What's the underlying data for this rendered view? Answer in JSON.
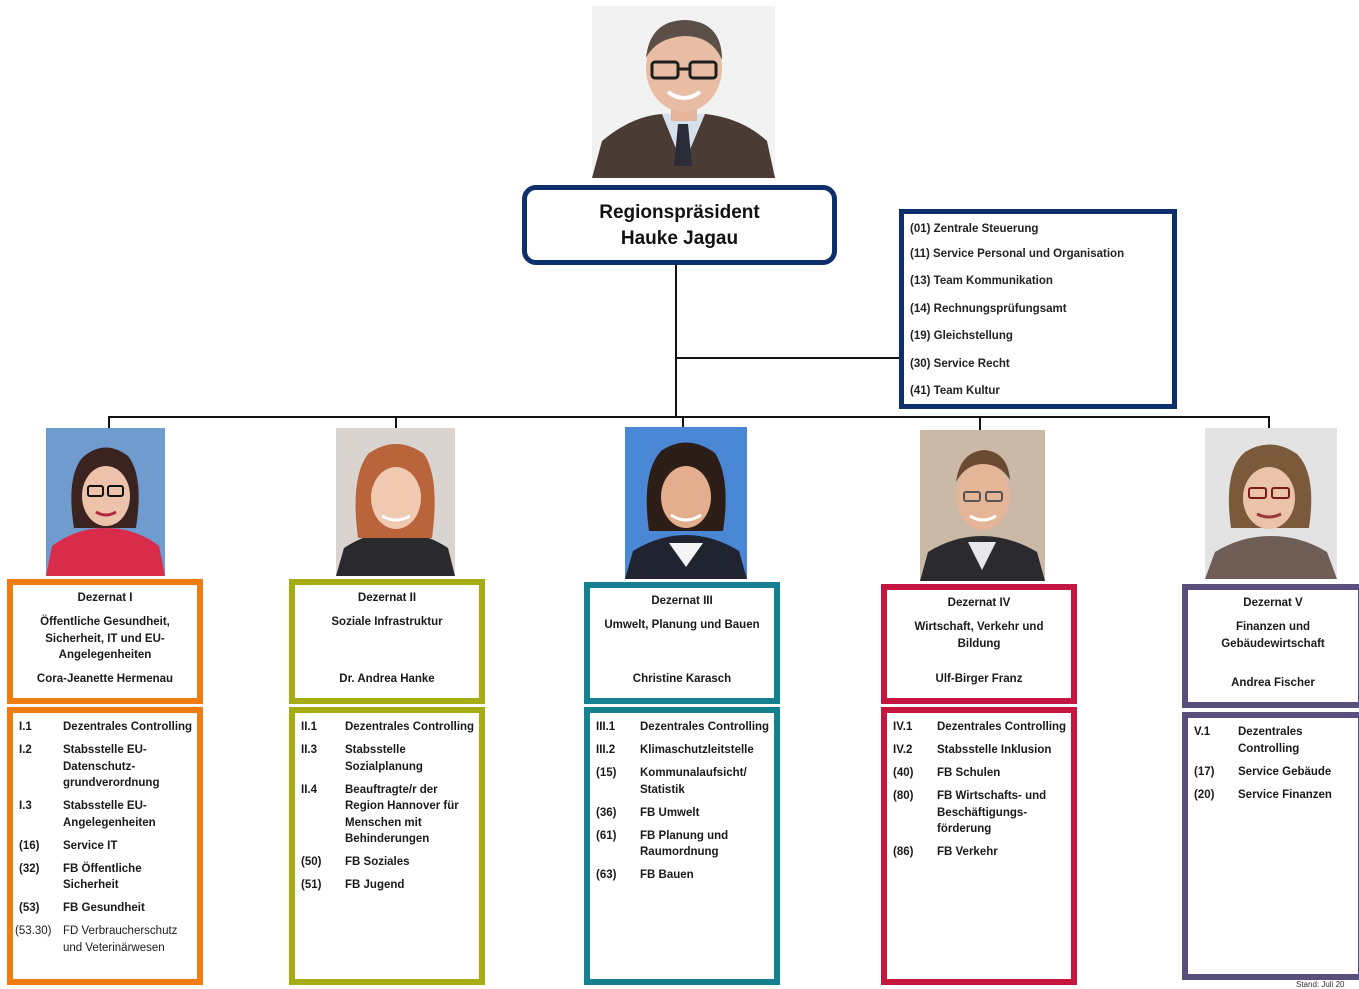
{
  "head": {
    "title": "Regionspräsident",
    "name": "Hauke Jagau"
  },
  "staff_units": [
    "(01) Zentrale Steuerung",
    "(11) Service Personal und Organisation",
    "(13) Team Kommunikation",
    "(14) Rechnungsprüfungsamt",
    "(19) Gleichstellung",
    "(30) Service Recht",
    "(41) Team Kultur"
  ],
  "departments": [
    {
      "title": "Dezernat I",
      "area": "Öffentliche Gesundheit, Sicherheit, IT und EU-Angelegenheiten",
      "person": "Cora-Jeanette Hermenau",
      "color": "#f07b0f",
      "units": [
        {
          "code": "I.1",
          "name": "Dezentrales Controlling"
        },
        {
          "code": "I.2",
          "name": "Stabsstelle EU-Datenschutz-grundverordnung"
        },
        {
          "code": "I.3",
          "name": "Stabsstelle EU-Angelegenheiten"
        },
        {
          "code": "(16)",
          "name": "Service IT"
        },
        {
          "code": "(32)",
          "name": "FB Öffentliche Sicherheit"
        },
        {
          "code": "(53)",
          "name": "FB Gesundheit"
        },
        {
          "code": "(53.30)",
          "name": "FD Verbraucherschutz und Veterinärwesen"
        }
      ]
    },
    {
      "title": "Dezernat II",
      "area": "Soziale Infrastruktur",
      "person": "Dr. Andrea Hanke",
      "color": "#a6ad12",
      "units": [
        {
          "code": "II.1",
          "name": "Dezentrales Controlling"
        },
        {
          "code": "II.3",
          "name": "Stabsstelle Sozialplanung"
        },
        {
          "code": "II.4",
          "name": "Beauftragte/r der Region Hannover für Menschen mit Behinderungen"
        },
        {
          "code": "(50)",
          "name": "FB Soziales"
        },
        {
          "code": "(51)",
          "name": "FB Jugend"
        }
      ]
    },
    {
      "title": "Dezernat III",
      "area": "Umwelt, Planung und Bauen",
      "person": "Christine Karasch",
      "color": "#15808f",
      "units": [
        {
          "code": "III.1",
          "name": "Dezentrales Controlling"
        },
        {
          "code": "III.2",
          "name": "Klimaschutzleitstelle"
        },
        {
          "code": "(15)",
          "name": "Kommunalaufsicht/ Statistik"
        },
        {
          "code": "(36)",
          "name": "FB Umwelt"
        },
        {
          "code": "(61)",
          "name": "FB Planung und Raumordnung"
        },
        {
          "code": "(63)",
          "name": "FB Bauen"
        }
      ]
    },
    {
      "title": "Dezernat IV",
      "area": "Wirtschaft, Verkehr und Bildung",
      "person": "Ulf-Birger Franz",
      "color": "#c4163e",
      "units": [
        {
          "code": "IV.1",
          "name": "Dezentrales Controlling"
        },
        {
          "code": "IV.2",
          "name": "Stabsstelle Inklusion"
        },
        {
          "code": "(40)",
          "name": "FB Schulen"
        },
        {
          "code": "(80)",
          "name": "FB Wirtschafts- und Beschäftigungs-förderung"
        },
        {
          "code": "(86)",
          "name": "FB Verkehr"
        }
      ]
    },
    {
      "title": "Dezernat  V",
      "area": "Finanzen und Gebäudewirtschaft",
      "person": "Andrea Fischer",
      "color": "#5a4e7c",
      "units": [
        {
          "code": "V.1",
          "name": "Dezentrales Controlling"
        },
        {
          "code": "(17)",
          "name": "Service Gebäude"
        },
        {
          "code": "(20)",
          "name": "Service Finanzen"
        }
      ]
    }
  ],
  "footer": {
    "stand": "Stand: Juli 20"
  },
  "photo_colors": {
    "head_bg": "#f2f2f2",
    "dez1_bg": "#6f9bcf",
    "dez2_bg": "#d9d4cf",
    "dez3_bg": "#4a88d6",
    "dez4_bg": "#c9b9a6",
    "dez5_bg": "#e3e3e3"
  }
}
